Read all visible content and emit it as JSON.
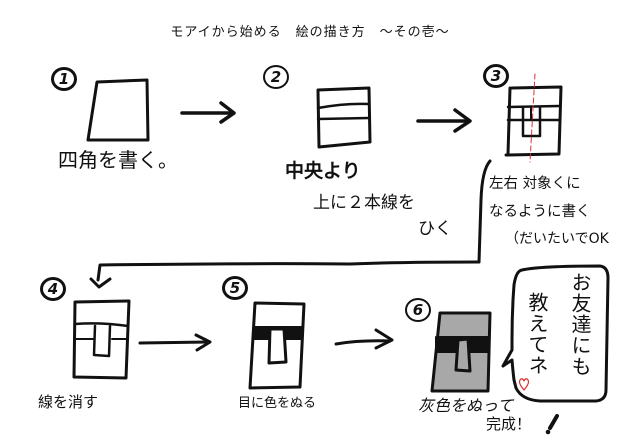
{
  "title": "モアイから始める　絵の描き方　～その壱～",
  "colors": {
    "ink": "#111111",
    "moai_gray": "#a8a8a8",
    "guide_red": "#e03030",
    "background": "#ffffff"
  },
  "steps": [
    {
      "number": "1",
      "caption": "四角を書く。"
    },
    {
      "number": "2",
      "caption_line1": "中央より",
      "caption_line2": "上に２本線を",
      "caption_line3": "ひく"
    },
    {
      "number": "3",
      "caption_line1": "左右 対象くに",
      "caption_line2": "なるように書く",
      "caption_line3": "（だいたいでOK"
    },
    {
      "number": "4",
      "caption": "線を消す"
    },
    {
      "number": "5",
      "caption": "目に色をぬる"
    },
    {
      "number": "6",
      "caption_line1": "灰色をぬって",
      "caption_line2": "完成！"
    }
  ],
  "speech_bubble": {
    "column1": "お友達にも",
    "column2": "教えてネ",
    "heart_icon": "heart"
  }
}
